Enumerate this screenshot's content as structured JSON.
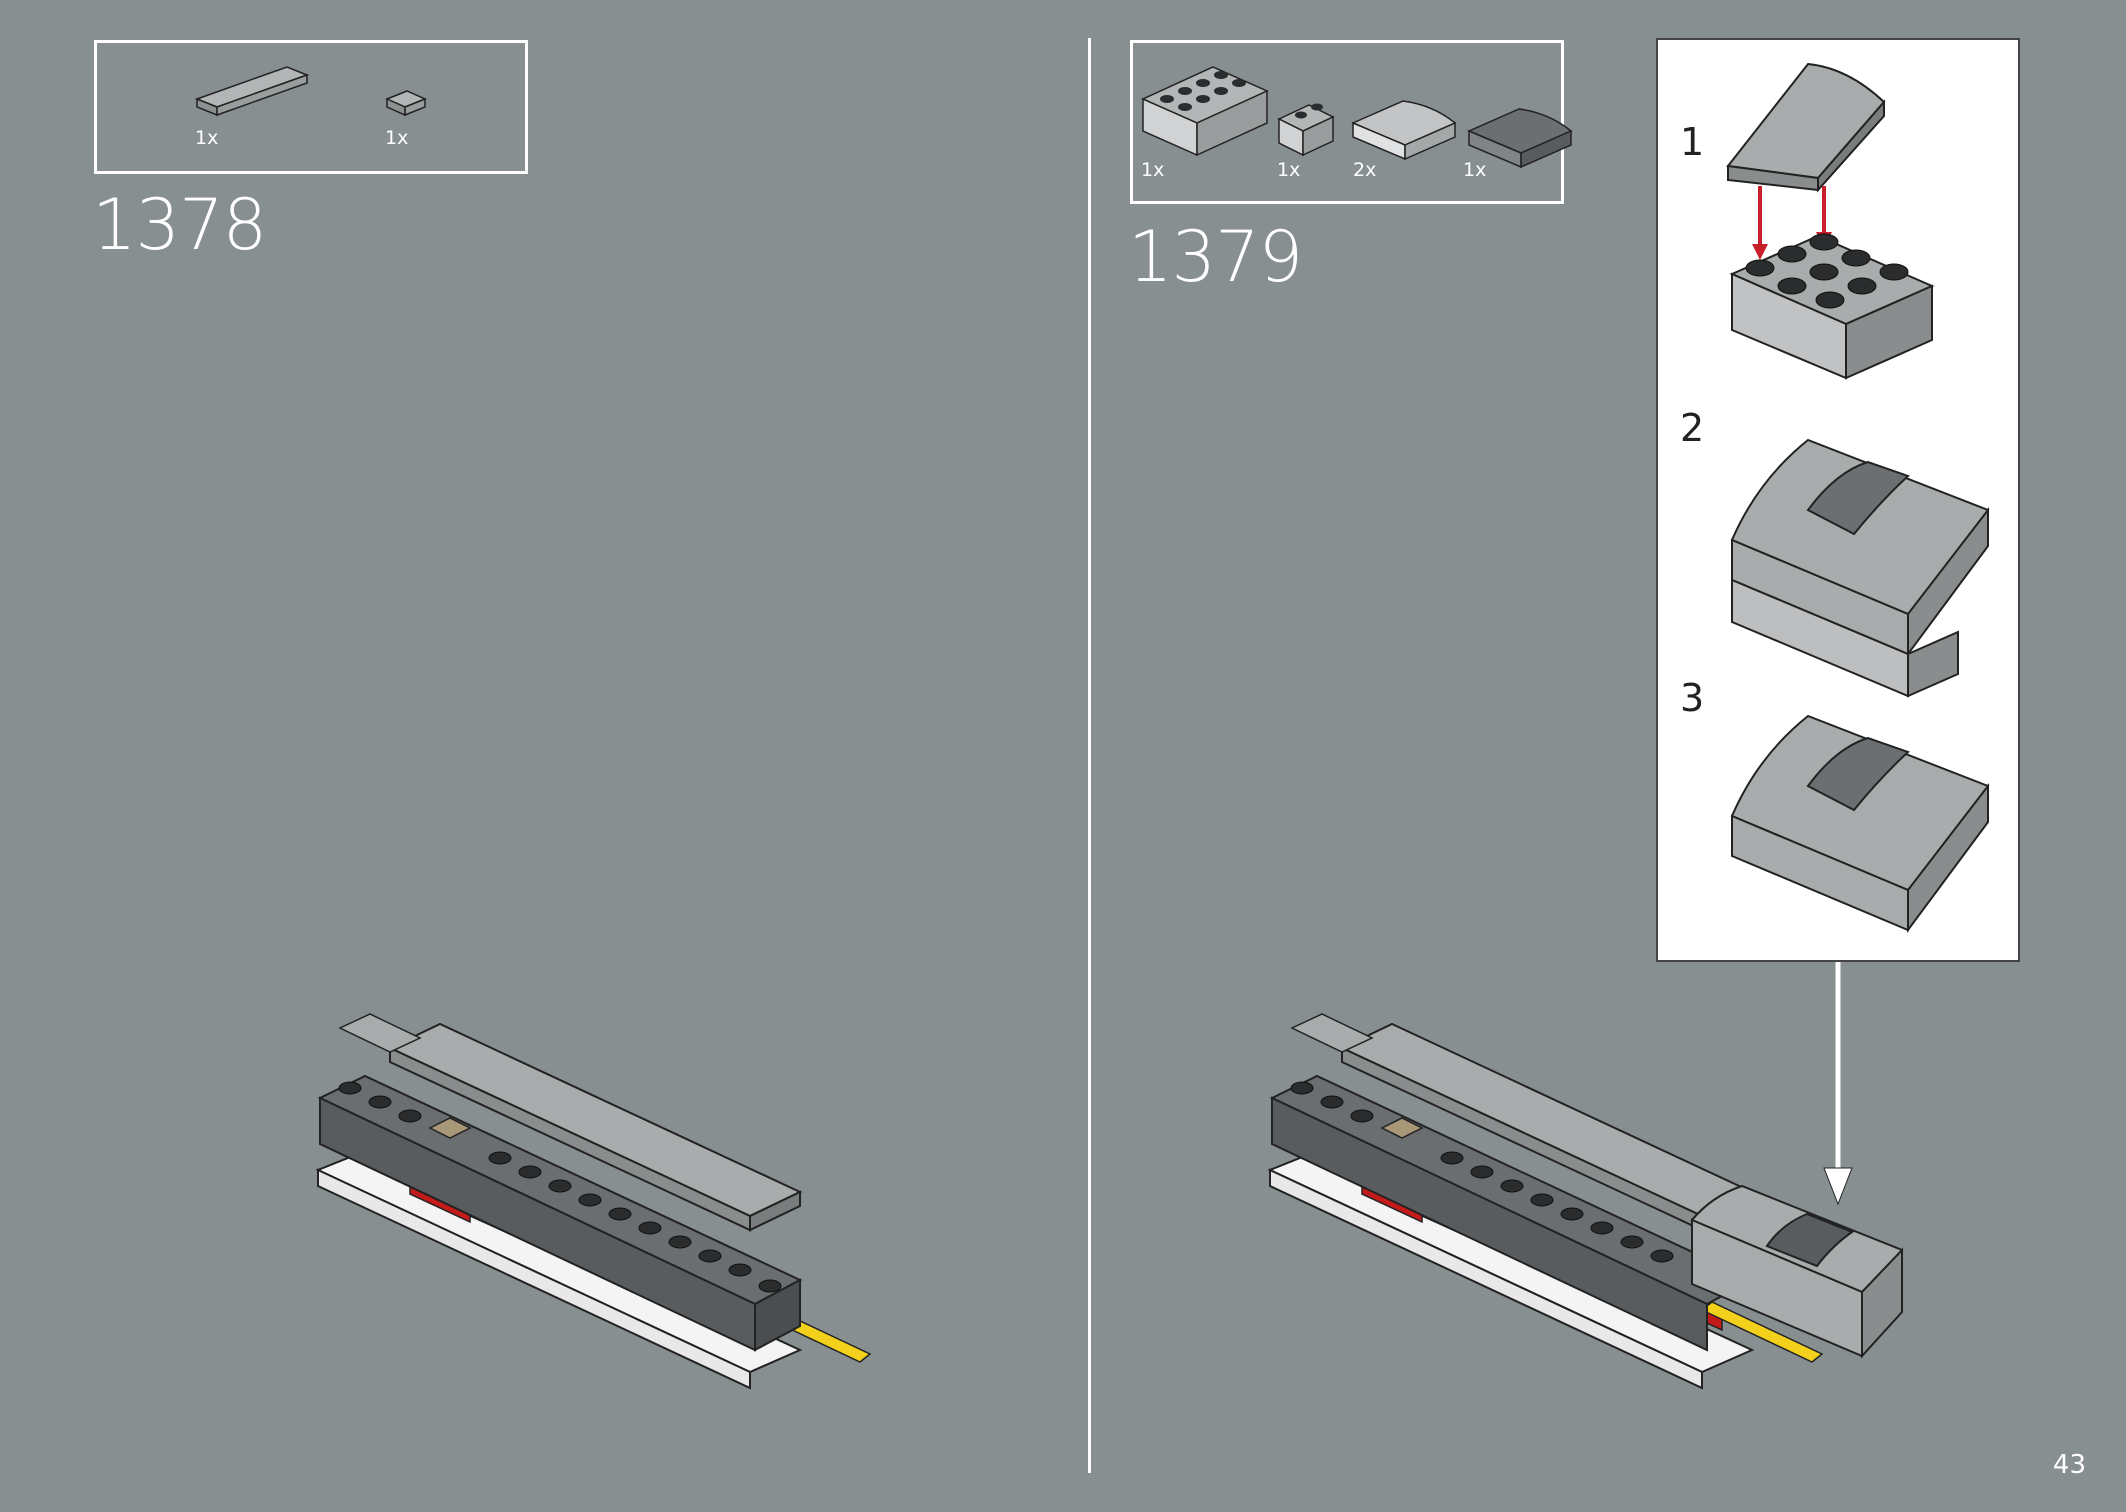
{
  "page": {
    "number": "43"
  },
  "step_1378": {
    "number": "1378",
    "parts": [
      {
        "name": "tile-1x4-light-gray",
        "qty": "1x"
      },
      {
        "name": "tile-1x1-light-gray",
        "qty": "1x"
      }
    ]
  },
  "step_1379": {
    "number": "1379",
    "parts": [
      {
        "name": "brick-2x4-light-gray",
        "qty": "1x"
      },
      {
        "name": "brick-1x2-light-gray",
        "qty": "1x"
      },
      {
        "name": "curved-slope-2x2-light-gray",
        "qty": "2x"
      },
      {
        "name": "curved-slope-2x2-dark-gray",
        "qty": "1x"
      }
    ],
    "substeps": [
      "1",
      "2",
      "3"
    ]
  },
  "colors": {
    "background": "#878f91",
    "frame": "#ffffff",
    "arrow": "#c8202a",
    "light_gray": "#a2a5a6",
    "dark_gray": "#585c5e",
    "red": "#c41a1a",
    "blue": "#2b63c4",
    "yellow": "#f2d01b"
  }
}
